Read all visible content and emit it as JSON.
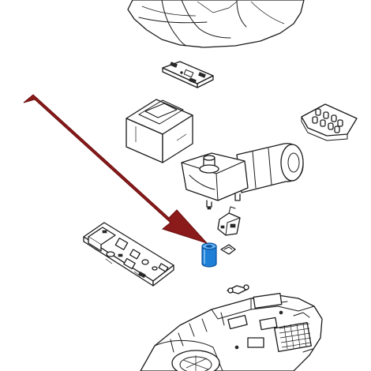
{
  "diagram": {
    "kind": "exploded-parts-view",
    "parts": [
      "top-cover",
      "terminal-block",
      "transformer",
      "button-keypad",
      "gear-motor",
      "limit-switch",
      "circuit-board",
      "highlighted-capacitor",
      "small-clip",
      "cable-clip",
      "base-housing"
    ],
    "highlighted_part": "highlighted-capacitor",
    "colors": {
      "arrow": "#8b1a1a",
      "highlight": "#1e7fd6",
      "highlight_dark": "#0c4f9a",
      "line": "#1a1a1a",
      "background": "#ffffff"
    }
  }
}
